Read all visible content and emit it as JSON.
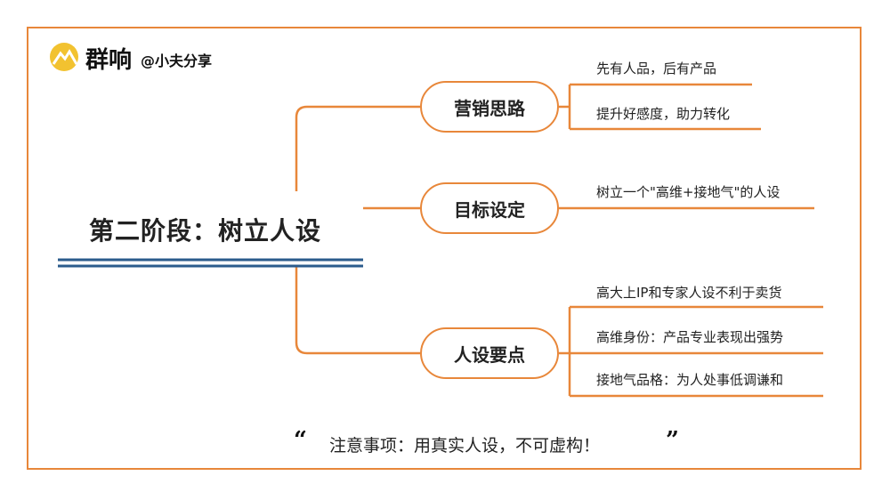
{
  "brand": {
    "logo_text": "群响",
    "handle": "@小夫分享",
    "logo_color": "#f2c230"
  },
  "title": "第二阶段：树立人设",
  "colors": {
    "accent": "#e8873a",
    "title_underline": "#2b5b8c"
  },
  "branches": [
    {
      "label": "营销思路",
      "leaves": [
        "先有人品，后有产品",
        "提升好感度，助力转化"
      ]
    },
    {
      "label": "目标设定",
      "leaves": [
        "树立一个\"高维+接地气\"的人设"
      ]
    },
    {
      "label": "人设要点",
      "leaves": [
        "高大上IP和专家人设不利于卖货",
        "高维身份：产品专业表现出强势",
        "接地气品格：为人处事低调谦和"
      ]
    }
  ],
  "note": {
    "open_quote": "“",
    "text": "注意事项：用真实人设，不可虚构！",
    "close_quote": "”"
  }
}
